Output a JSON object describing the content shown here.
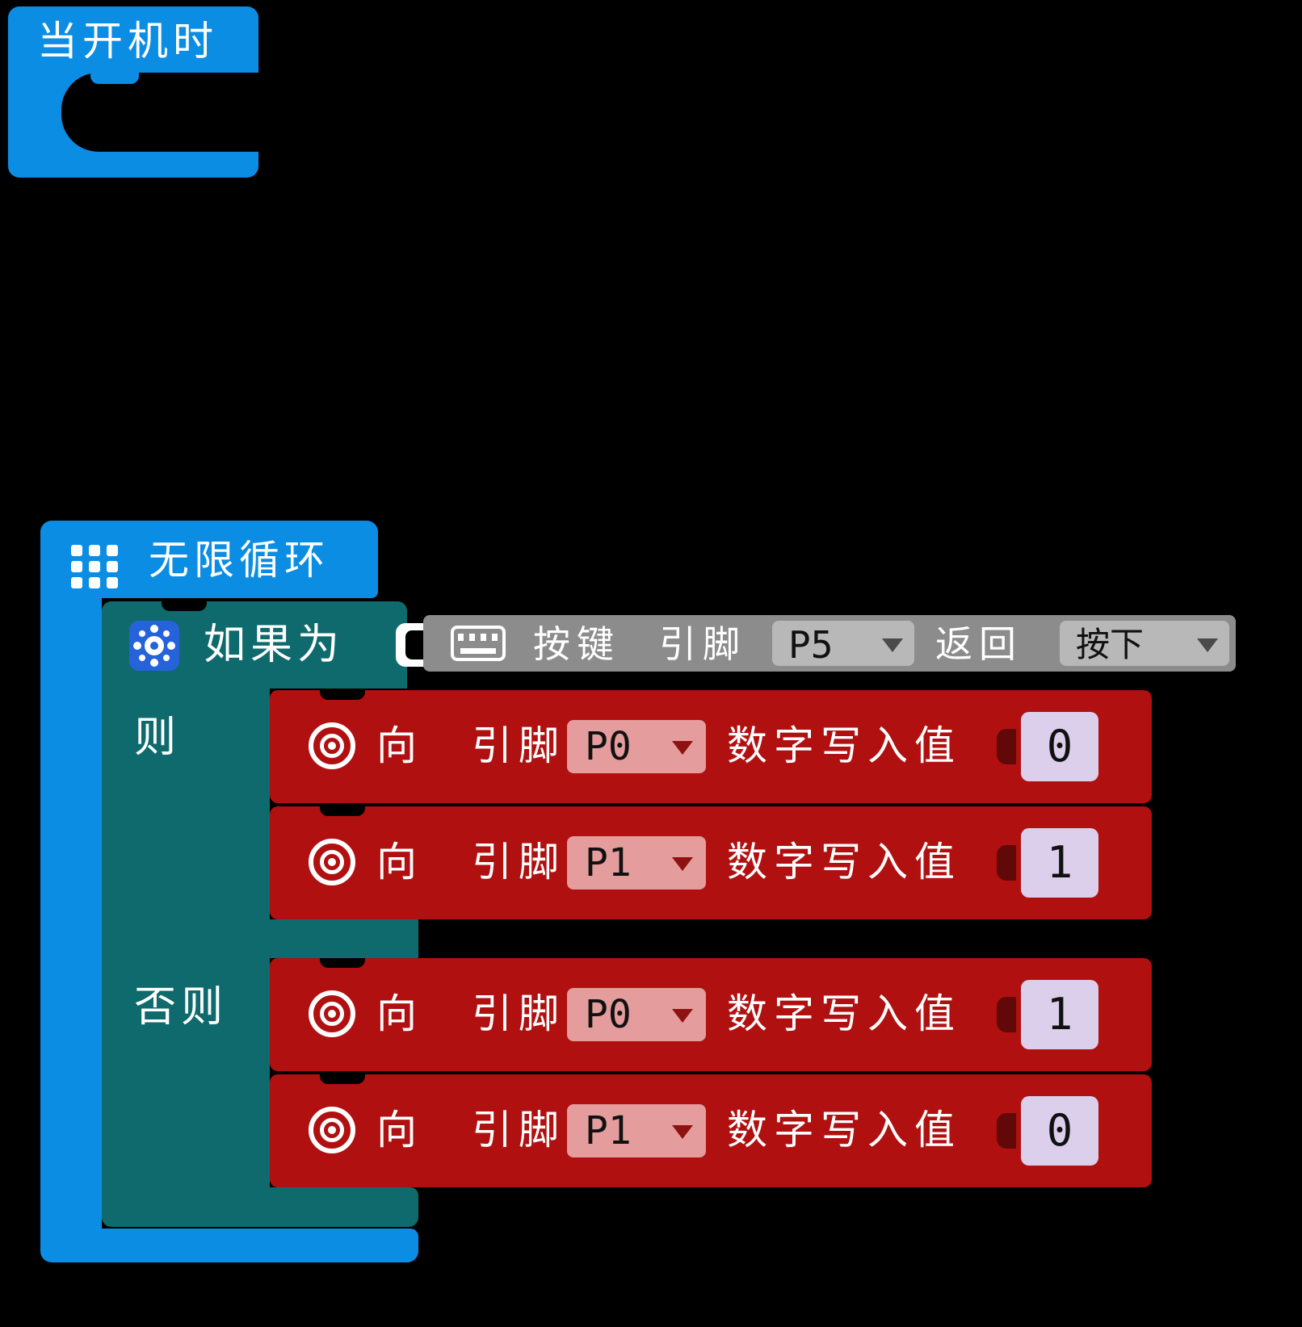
{
  "colors": {
    "black": "#000000",
    "blue": "#0c8de4",
    "gear_blue": "#2662d9",
    "teal": "#0f6a6d",
    "gray": "#8c8c8c",
    "gray_light": "#b8b8b8",
    "red": "#b11010",
    "pink": "#e49c9c",
    "lavender": "#dccfec"
  },
  "icons": {
    "forever": "grid-icon",
    "if": "gear-icon",
    "condition": "keyboard-icon",
    "write": "target-icon"
  },
  "on_start": {
    "label": "当开机时"
  },
  "forever_block": {
    "label": "无限循环"
  },
  "if_block": {
    "if_label": "如果为",
    "then_label": "则",
    "else_label": "否则"
  },
  "condition_block": {
    "button_label": "按键",
    "pin_label": "引脚",
    "pin_dropdown": "P5",
    "return_label": "返回",
    "state_dropdown": "按下"
  },
  "statements": {
    "then": [
      {
        "to_label": "向",
        "pin_label": "引脚",
        "pin": "P0",
        "write_label": "数字写入值",
        "value": "0"
      },
      {
        "to_label": "向",
        "pin_label": "引脚",
        "pin": "P1",
        "write_label": "数字写入值",
        "value": "1"
      }
    ],
    "else": [
      {
        "to_label": "向",
        "pin_label": "引脚",
        "pin": "P0",
        "write_label": "数字写入值",
        "value": "1"
      },
      {
        "to_label": "向",
        "pin_label": "引脚",
        "pin": "P1",
        "write_label": "数字写入值",
        "value": "0"
      }
    ]
  }
}
